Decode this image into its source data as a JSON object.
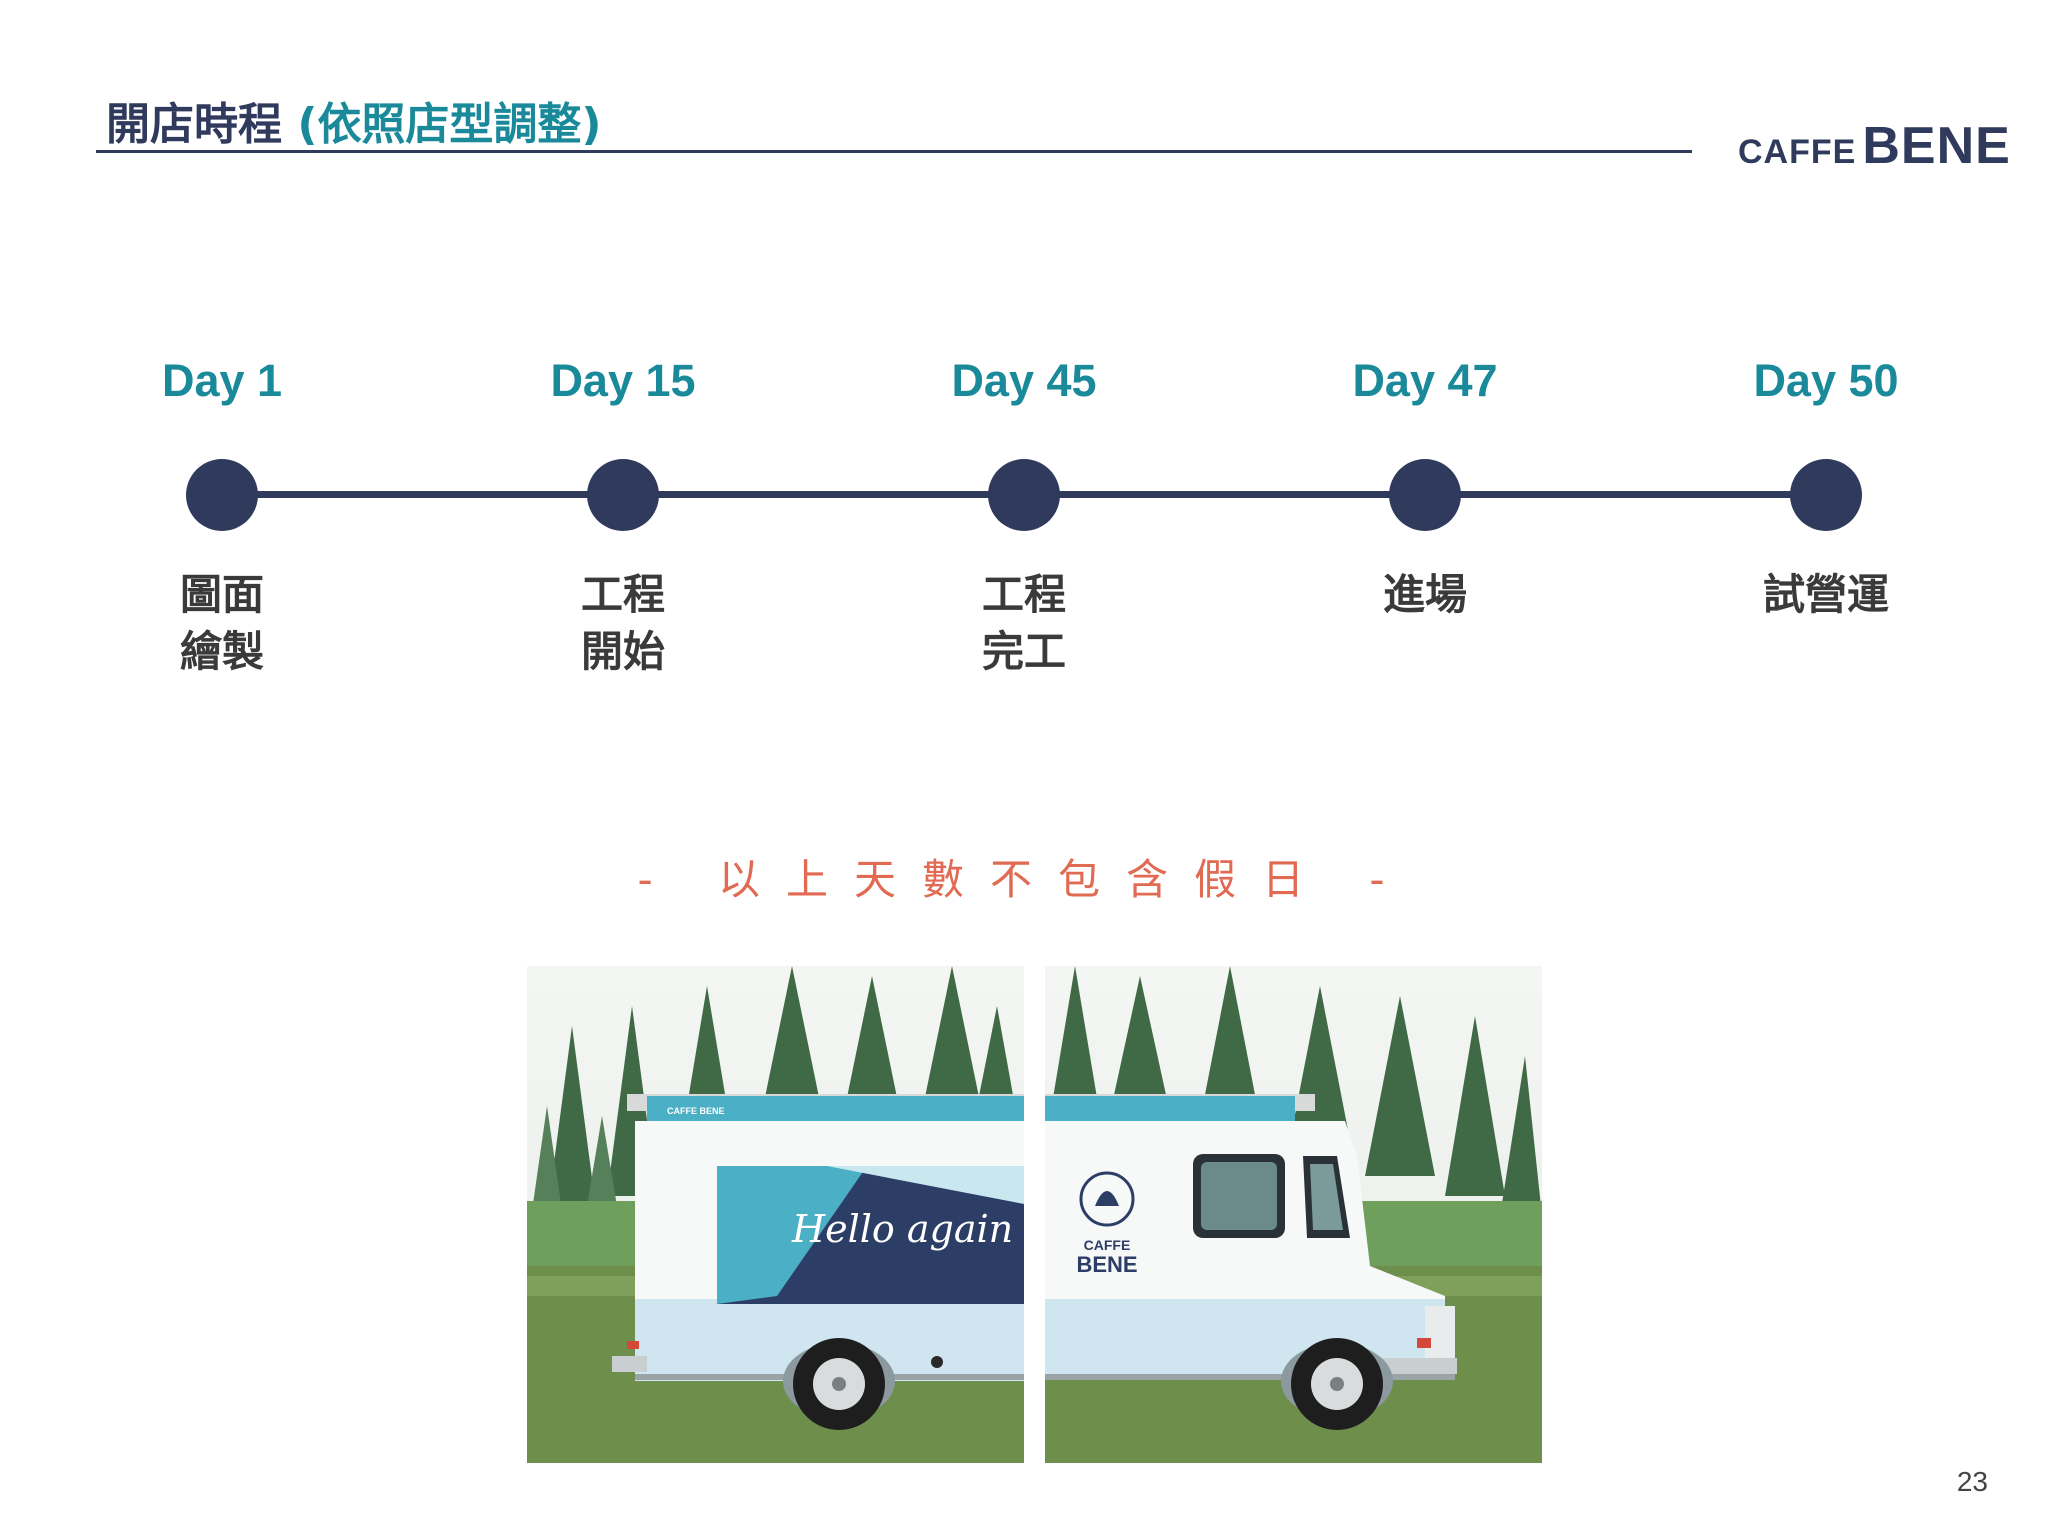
{
  "header": {
    "title_main": "開店時程",
    "title_paren": "(依照店型調整)",
    "logo_part1": "CAFFE",
    "logo_part2": "BENE"
  },
  "timeline": [
    {
      "day": "Day 1",
      "label_lines": [
        "圖面",
        "繪製"
      ]
    },
    {
      "day": "Day 15",
      "label_lines": [
        "工程",
        "開始"
      ]
    },
    {
      "day": "Day 45",
      "label_lines": [
        "工程",
        "完工"
      ]
    },
    {
      "day": "Day 47",
      "label_lines": [
        "進場"
      ]
    },
    {
      "day": "Day 50",
      "label_lines": [
        "試營運"
      ]
    }
  ],
  "note": "- 以上天數不包含假日 -",
  "photo": {
    "window_text": "Hello again",
    "door_logo_1": "CAFFE",
    "door_logo_2": "BENE",
    "awning_logo": "CAFFE BENE"
  },
  "page_number": "23",
  "colors": {
    "navy": "#2f3a5c",
    "teal": "#1a8a9a",
    "accent": "#e06a52"
  }
}
